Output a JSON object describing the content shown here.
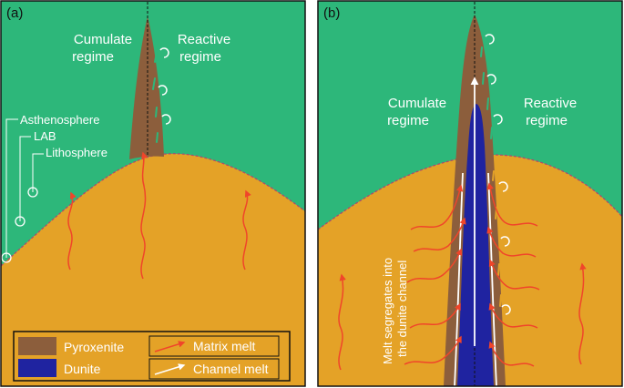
{
  "colors": {
    "lithosphere_green": "#2db77a",
    "asthenosphere_orange": "#e4a227",
    "pyroxenite_brown": "#8c5e3c",
    "dunite_blue": "#1f23a0",
    "matrix_melt_red": "#f0452a",
    "channel_melt_white": "#ffffff",
    "lab_line": "#b0466e"
  },
  "panel_a": {
    "label": "(a)",
    "cumulate_regime": [
      "Cumulate",
      "regime"
    ],
    "reactive_regime": [
      "Reactive",
      "regime"
    ],
    "layer_labels": {
      "asthenosphere": "Asthenosphere",
      "lab": "LAB",
      "lithosphere": "Lithosphere"
    }
  },
  "panel_b": {
    "label": "(b)",
    "cumulate_regime": [
      "Cumulate",
      "regime"
    ],
    "reactive_regime": [
      "Reactive",
      "regime"
    ],
    "segregation_text": [
      "Melt segregates into",
      "the dunite channel"
    ]
  },
  "legend": {
    "pyroxenite": "Pyroxenite",
    "dunite": "Dunite",
    "matrix_melt": "Matrix melt",
    "channel_melt": "Channel melt"
  }
}
